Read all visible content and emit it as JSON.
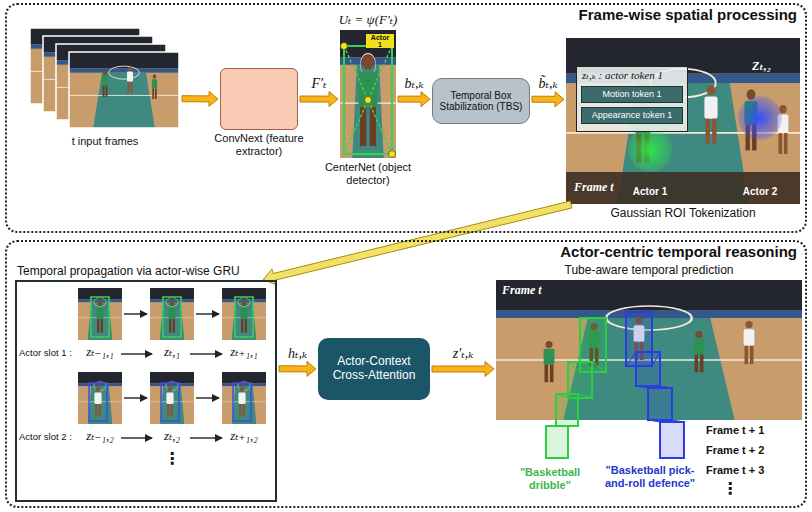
{
  "diagram": {
    "nodes": [
      {
        "text": [
          "Frame-wise spatial processing"
        ]
      },
      {
        "text": [
          "t input frames"
        ],
        "in": 0
      },
      {
        "text": [
          "ConvNext (feature extractor)"
        ],
        "in": 0
      },
      {
        "text": [
          "Uₜ = ψ(F′ₜ)",
          "CenterNet (object detector)"
        ],
        "in": 0
      },
      {
        "text": [
          "Actor 1"
        ],
        "in": 3
      },
      {
        "text": [
          "Temporal Box Stabilization (TBS)"
        ],
        "in": 0
      },
      {
        "text": [
          "Gaussian ROI Tokenization"
        ],
        "in": 0
      },
      {
        "text": [
          "zₜ,ₖ : actor token 1"
        ],
        "in": 6
      },
      {
        "text": [
          "Motion token 1"
        ],
        "in": 7
      },
      {
        "text": [
          "Appearance token 1"
        ],
        "in": 7
      },
      {
        "text": [
          "Actor-centric temporal reasoning"
        ]
      },
      {
        "text": [
          "Temporal propagation via actor-wise GRU"
        ],
        "in": 10
      },
      {
        "text": [
          "Actor-Context Cross-Attention"
        ],
        "in": 10
      },
      {
        "text": [
          "Tube-aware temporal prediction"
        ],
        "in": 10
      }
    ],
    "edges": [
      {
        "from": 1,
        "to": 2,
        "arrow": "to"
      },
      {
        "from": 2,
        "to": 3,
        "label": "F′ₜ",
        "arrow": "to"
      },
      {
        "from": 3,
        "to": 5,
        "label": "bₜ,ₖ",
        "arrow": "to"
      },
      {
        "from": 5,
        "to": 6,
        "label": "b̃ₜ,ₖ",
        "arrow": "to"
      },
      {
        "from": 6,
        "to": 11,
        "arrow": "to"
      },
      {
        "from": 11,
        "to": 12,
        "label": "hₜ,ₖ",
        "arrow": "to"
      },
      {
        "from": 12,
        "to": 13,
        "label": "z′ₜ,ₖ",
        "arrow": "to"
      }
    ],
    "labels": [
      "Zₜ,₂",
      "Frame t",
      "Actor 1",
      "Actor 2",
      "Actor slot 1 :",
      "zₜ₋₁,₁",
      "zₜ,₁",
      "zₜ₊₁,₁",
      "Actor slot 2 :",
      "zₜ₋₁,₂",
      "zₜ,₂",
      "zₜ₊₁,₂",
      "⋮",
      "Frame t",
      "Frame t + 1",
      "Frame t + 2",
      "Frame t + 3",
      "⋮",
      "\"Basketball dribble\"",
      "\"Basketball pick-and-roll defence\""
    ]
  }
}
